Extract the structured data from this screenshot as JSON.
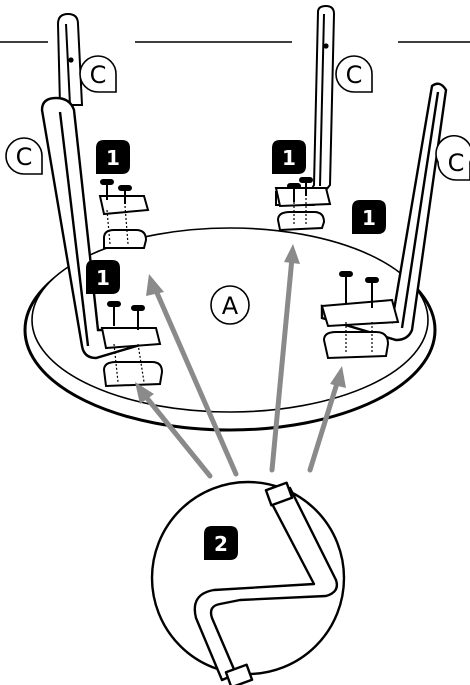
{
  "part_labels": {
    "tabletop": "A",
    "leg": "C"
  },
  "steps": {
    "attach_step": "1",
    "tool_step": "2"
  },
  "colors": {
    "line": "#000000",
    "arrow": "#8a8a8a",
    "background": "#ffffff",
    "badge": "#000000"
  },
  "icons": {
    "tool": "allen-key-icon",
    "fastener": "screw-icon"
  }
}
